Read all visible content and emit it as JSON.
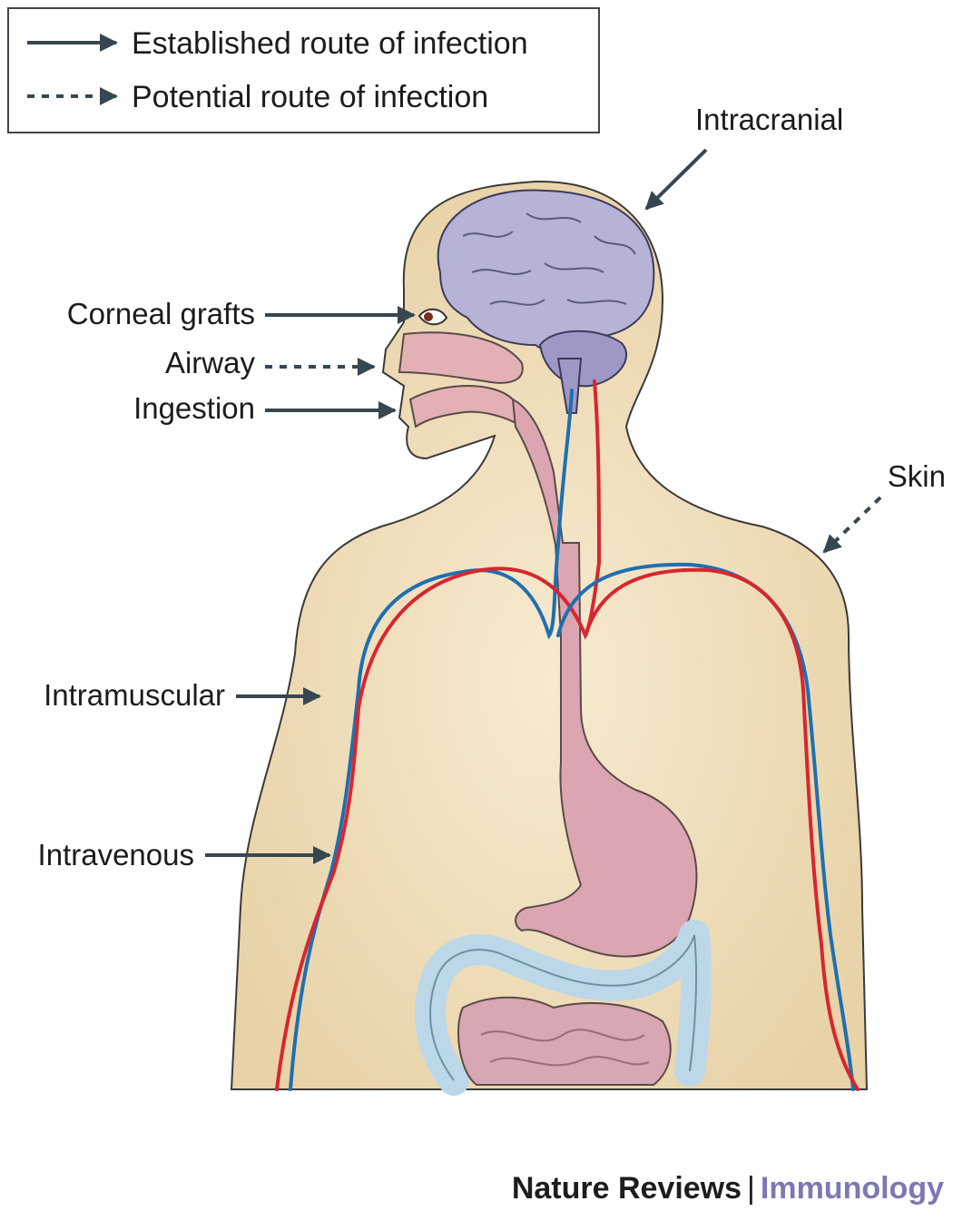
{
  "legend": {
    "established": "Established route of infection",
    "potential": "Potential route of infection"
  },
  "labels": {
    "intracranial": "Intracranial",
    "corneal_grafts": "Corneal grafts",
    "airway": "Airway",
    "ingestion": "Ingestion",
    "skin": "Skin",
    "intramuscular": "Intramuscular",
    "intravenous": "Intravenous"
  },
  "footer": {
    "publisher": "Nature Reviews",
    "separator": "|",
    "journal": "Immunology"
  },
  "colors": {
    "skin": "#efdcb5",
    "outline": "#3a3a3a",
    "brain": "#b6b3d6",
    "gut": "#d9a6b3",
    "colon": "#c4dcea",
    "artery": "#d7262f",
    "vein": "#1f6fb0",
    "arrow": "#37474f",
    "journal": "#7d78b3"
  }
}
